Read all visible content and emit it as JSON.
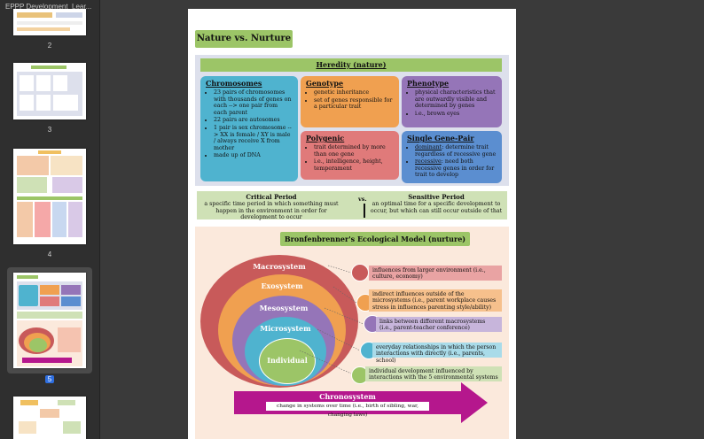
{
  "sidebar": {
    "title": "EPPP Development_Lear...",
    "pages": [
      {
        "num": "2",
        "current": false
      },
      {
        "num": "3",
        "current": false
      },
      {
        "num": "4",
        "current": false
      },
      {
        "num": "5",
        "current": true
      }
    ]
  },
  "doc": {
    "title": "Nature vs. Nurture",
    "heredity": {
      "header": "Heredity (nature)",
      "chromosomes": {
        "title": "Chromosomes",
        "items": [
          "23 pairs of chromosomes with thousands of genes on each --> one pair from each parent",
          "22 pairs are autosomes",
          "1 pair is sex chromosome --> XX is female / XY is male / always receive X from mother",
          "made up of DNA"
        ]
      },
      "genotype": {
        "title": "Genotype",
        "items": [
          "genetic inheritance",
          "set of genes responsible for a particular trait"
        ]
      },
      "phenotype": {
        "title": "Phenotype",
        "items": [
          "physical characteristics that are outwardly visible and determined by genes",
          "i.e., brown eyes"
        ]
      },
      "polygenic": {
        "title": "Polygenic",
        "items": [
          "trait determined by more than one gene",
          "i.e., intelligence, height, temperament"
        ]
      },
      "single_gene": {
        "title": "Single Gene-Pair",
        "item1_term": "dominant",
        "item1_text": ": determine trait regardless of recessive gene",
        "item2_term": "recessive",
        "item2_text": ": need both recessive genes in order for trait to develop"
      }
    },
    "periods": {
      "critical_title": "Critical Period",
      "critical_text": "a specific time period in which something must happen in the environment in order for development to occur",
      "vs": "vs.",
      "sensitive_title": "Sensitive Period",
      "sensitive_text": "an optimal time for a specific development to occur, but which can still occur outside of that"
    },
    "ecological": {
      "title": "Bronfenbrenner's Ecological Model (nurture)",
      "systems": [
        {
          "name": "Macrosystem",
          "desc": "influences from larger environment (i.e., culture, economy)",
          "color": "#c85a5a"
        },
        {
          "name": "Exosystem",
          "desc": "indirect influences outside of the microsystems (i.e., parent workplace causes stress in influences parenting style/ability)",
          "color": "#f0a050"
        },
        {
          "name": "Mesosystem",
          "desc": "links between different macrosystems (i.e., parent-teacher conference)",
          "color": "#9575b8"
        },
        {
          "name": "Microsystem",
          "desc": "everyday relationships in which the person interactions with directly (i.e., parents, school)",
          "color": "#4fb3cf"
        },
        {
          "name": "Individual",
          "desc": "individual development influenced by interactions with the 5 environmental systems",
          "color": "#9cc567"
        }
      ],
      "chronosystem": {
        "title": "Chronosystem",
        "desc": "change in systems over time (i.e., birth of sibling, war, changing laws)"
      }
    }
  }
}
